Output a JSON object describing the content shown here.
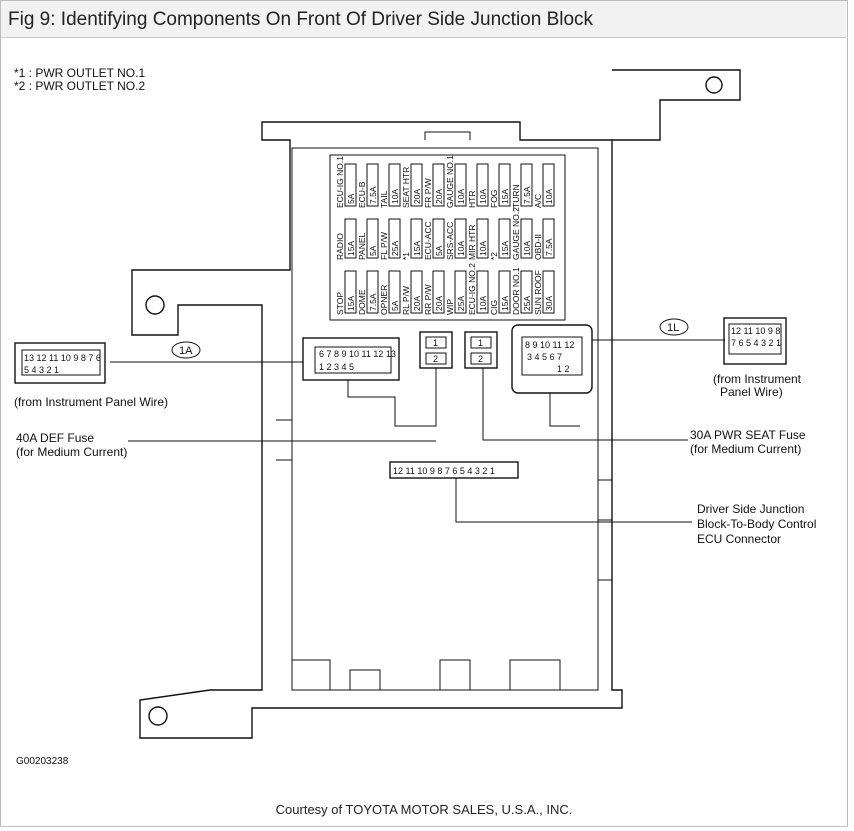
{
  "header": {
    "title": "Fig 9: Identifying Components On Front Of Driver Side Junction Block"
  },
  "notes": [
    "*1 : PWR OUTLET NO.1",
    "*2 : PWR OUTLET NO.2"
  ],
  "fuses": {
    "row1": [
      {
        "name": "ECU-IG NO.1",
        "rating": "5A"
      },
      {
        "name": "ECU-B",
        "rating": "7.5A"
      },
      {
        "name": "TAIL",
        "rating": "10A"
      },
      {
        "name": "SEAT HTR",
        "rating": "20A"
      },
      {
        "name": "FR P/W",
        "rating": "20A"
      },
      {
        "name": "GAUGE NO.1",
        "rating": "10A"
      },
      {
        "name": "HTR",
        "rating": "10A"
      },
      {
        "name": "FOG",
        "rating": "15A"
      },
      {
        "name": "TURN",
        "rating": "7.5A"
      },
      {
        "name": "A/C",
        "rating": "10A"
      }
    ],
    "row2": [
      {
        "name": "RADIO",
        "rating": "15A"
      },
      {
        "name": "PANEL",
        "rating": "5A"
      },
      {
        "name": "FL P/W",
        "rating": "25A"
      },
      {
        "name": "*1",
        "rating": "15A"
      },
      {
        "name": "ECU-ACC",
        "rating": "5A"
      },
      {
        "name": "SRS-ACC",
        "rating": "10A"
      },
      {
        "name": "MIR HTR",
        "rating": "10A"
      },
      {
        "name": "*2",
        "rating": "15A"
      },
      {
        "name": "GAUGE NO.2",
        "rating": "10A"
      },
      {
        "name": "OBD-II",
        "rating": "7.5A"
      }
    ],
    "row3": [
      {
        "name": "STOP",
        "rating": "15A"
      },
      {
        "name": "DOME",
        "rating": "7.5A"
      },
      {
        "name": "OPNER",
        "rating": "5A"
      },
      {
        "name": "RL P/W",
        "rating": "20A"
      },
      {
        "name": "RR P/W",
        "rating": "20A"
      },
      {
        "name": "WIP",
        "rating": "25A"
      },
      {
        "name": "ECU-IG NO.2",
        "rating": "10A"
      },
      {
        "name": "CIG",
        "rating": "15A"
      },
      {
        "name": "DOOR NO.1",
        "rating": "25A"
      },
      {
        "name": "SUN ROOF",
        "rating": "30A"
      }
    ]
  },
  "connectors": {
    "c1a": {
      "tag": "1A",
      "pins_top": "13 12 11 10 9 8 7 6",
      "pins_bottom": "5 4 3 2 1",
      "inner_top": "6 7 8 9 10 11 12 13",
      "inner_bottom": "1 2 3 4 5"
    },
    "c1l": {
      "tag": "1L",
      "pins_top": "12 11 10 9 8",
      "pins_bottom": "7 6 5 4 3 2 1",
      "inner_top": "8 9 10 11 12",
      "inner_mid": "3 4 5 6 7",
      "inner_bottom": "1 2"
    },
    "ecu": {
      "pins": "12 11 10 9 8 7 6 5 4 3 2 1"
    },
    "def_fuse_pins": [
      "1",
      "2"
    ],
    "seat_fuse_pins": [
      "1",
      "2"
    ]
  },
  "labels": {
    "from_ip_left": "(from Instrument Panel Wire)",
    "from_ip_right_1": "(from Instrument",
    "from_ip_right_2": "Panel Wire)",
    "def_fuse_1": "40A DEF Fuse",
    "def_fuse_2": "(for Medium Current)",
    "seat_fuse_1": "30A PWR SEAT Fuse",
    "seat_fuse_2": "(for Medium Current)",
    "ecu_1": "Driver Side Junction",
    "ecu_2": "Block-To-Body Control",
    "ecu_3": "ECU Connector",
    "code": "G00203238"
  },
  "footer": {
    "credit": "Courtesy of TOYOTA MOTOR SALES, U.S.A., INC."
  }
}
